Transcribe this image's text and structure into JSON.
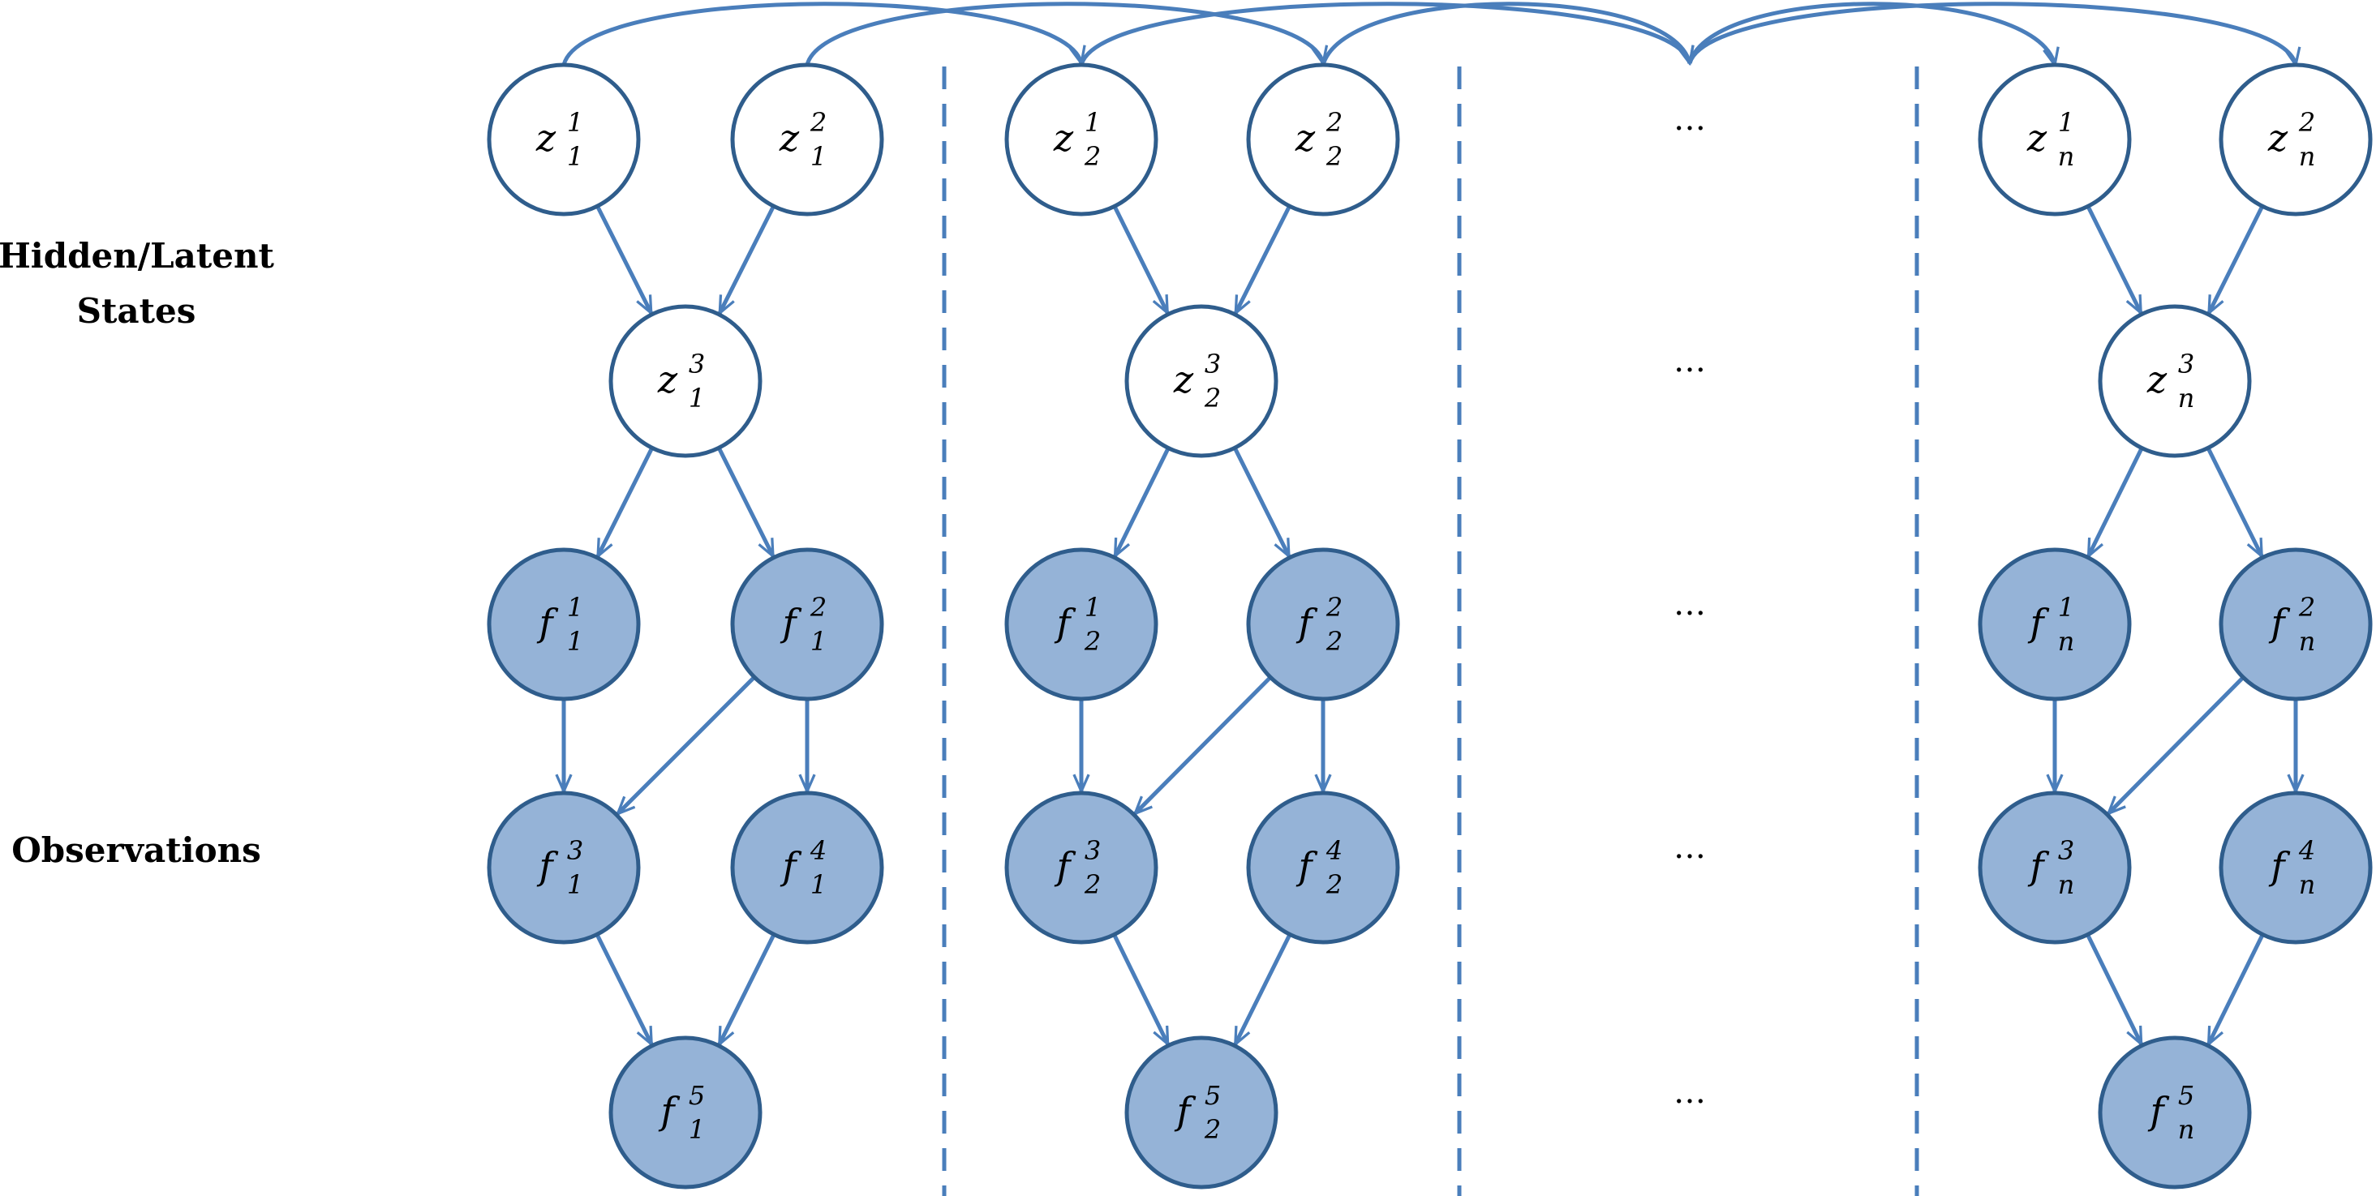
{
  "labels": {
    "hidden_line1": "Hidden/Latent",
    "hidden_line2": "States",
    "observations": "Observations"
  },
  "colors": {
    "stroke": "#2F5D8C",
    "edge": "#4A7EBB",
    "observed_fill": "#95B3D7",
    "hidden_fill": "#FFFFFF"
  },
  "ellipsis": "…",
  "slices": [
    {
      "index": "1"
    },
    {
      "index": "2"
    },
    {
      "index": "n"
    }
  ],
  "hidden_nodes": [
    {
      "key": "z1",
      "base": "z",
      "sup": "1"
    },
    {
      "key": "z2",
      "base": "z",
      "sup": "2"
    },
    {
      "key": "z3",
      "base": "z",
      "sup": "3"
    }
  ],
  "observed_nodes": [
    {
      "key": "f1",
      "base": "f",
      "sup": "1"
    },
    {
      "key": "f2",
      "base": "f",
      "sup": "2"
    },
    {
      "key": "f3",
      "base": "f",
      "sup": "3"
    },
    {
      "key": "f4",
      "base": "f",
      "sup": "4"
    },
    {
      "key": "f5",
      "base": "f",
      "sup": "5"
    }
  ],
  "edges_within_slice": [
    [
      "z1",
      "z3"
    ],
    [
      "z2",
      "z3"
    ],
    [
      "z3",
      "f1"
    ],
    [
      "z3",
      "f2"
    ],
    [
      "f1",
      "f3"
    ],
    [
      "f2",
      "f3"
    ],
    [
      "f2",
      "f4"
    ],
    [
      "f3",
      "f5"
    ],
    [
      "f4",
      "f5"
    ]
  ]
}
